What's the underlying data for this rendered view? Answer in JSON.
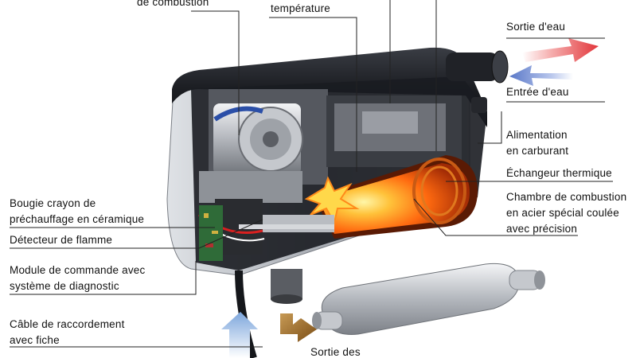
{
  "labels": {
    "combustion_air_top": "de combustion",
    "temperature_top": "température",
    "water_out": "Sortie d'eau",
    "water_in": "Entrée d'eau",
    "fuel_supply_1": "Alimentation",
    "fuel_supply_2": "en carburant",
    "heat_exchanger": "Échangeur thermique",
    "combustion_chamber_1": "Chambre de combustion",
    "combustion_chamber_2": "en acier spécial coulée",
    "combustion_chamber_3": "avec précision",
    "glow_pin_1": "Bougie crayon de",
    "glow_pin_2": "préchauffage en céramique",
    "flame_detector": "Détecteur de flamme",
    "control_module_1": "Module de commande avec",
    "control_module_2": "système de diagnostic",
    "cable_1": "Câble de raccordement",
    "cable_2": "avec fiche",
    "exhaust_out": "Sortie des"
  },
  "colors": {
    "water_out_arrow": "#e2363b",
    "water_in_arrow": "#5a78c8",
    "exhaust_arrow": "#8a5a1e",
    "intake_arrow": "#7da6dc",
    "leader_line": "#222222",
    "flame": "#ff7a1a"
  }
}
